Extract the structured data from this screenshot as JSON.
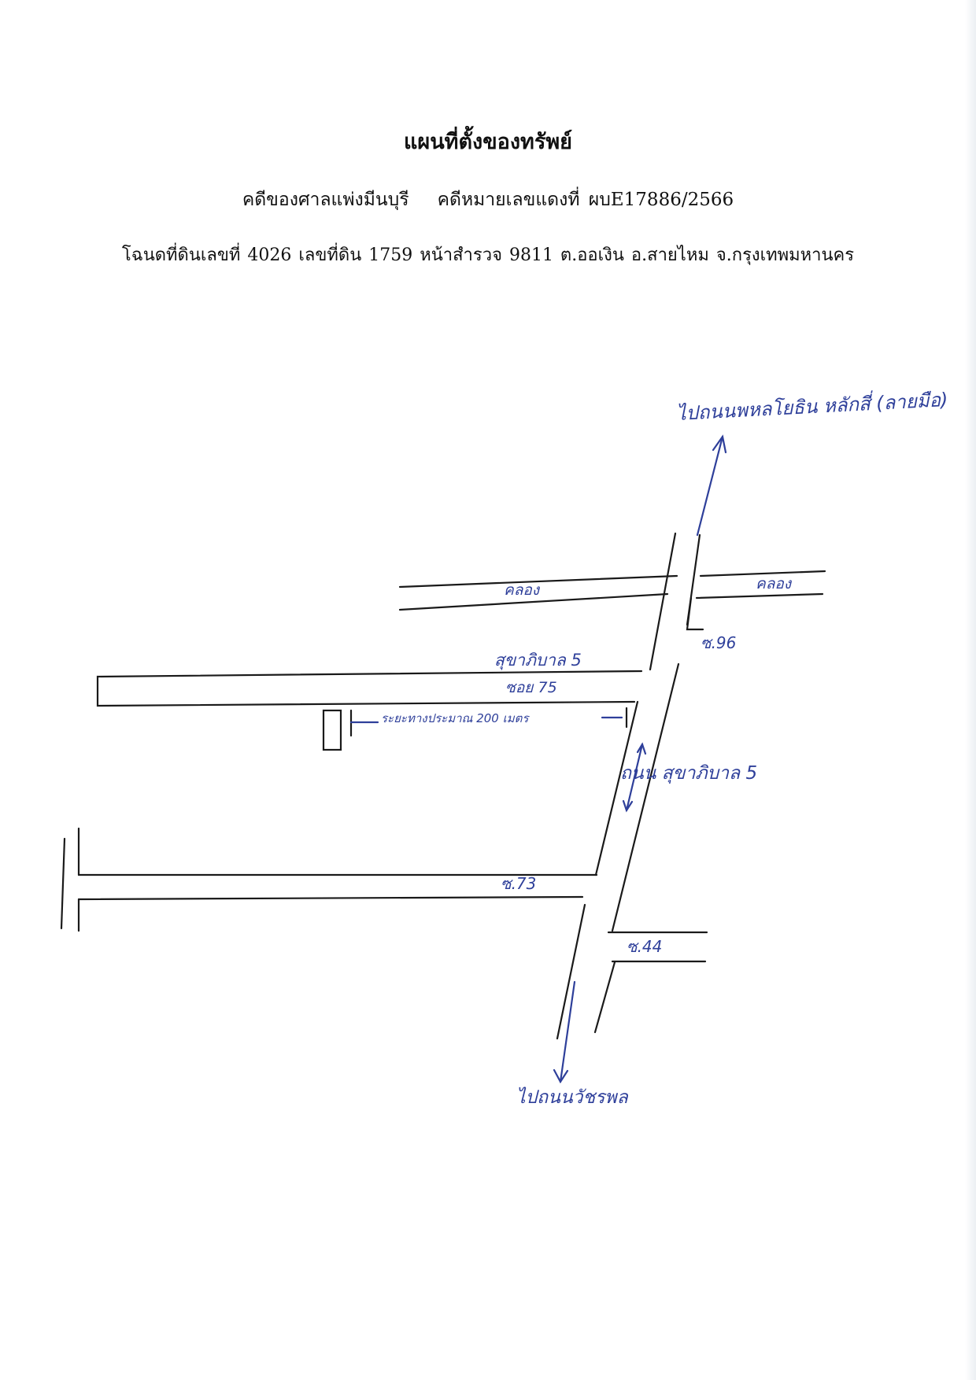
{
  "document": {
    "title": "แผนที่ตั้งของทรัพย์",
    "court": "คดีของศาลแพ่งมีนบุรี",
    "case_number": "คดีหมายเลขแดงที่ ผบE17886/2566",
    "deed_line": "โฉนดที่ดินเลขที่ 4026 เลขที่ดิน 1759 หน้าสำรวจ 9811 ต.ออเงิน อ.สายไหม จ.กรุงเทพมหานคร"
  },
  "map_labels": {
    "north_destination": "ไปถนนพหลโยธิน หลักสี่ (ลายมือ)",
    "canal_left": "คลอง",
    "canal_right": "คลอง",
    "soi_96": "ซ.96",
    "sukhapiban_5_soi": "สุขาภิบาล 5",
    "soi_75": "ซอย 75",
    "distance_note": "ระยะทางประมาณ 200 เมตร",
    "main_road": "ถนน สุขาภิบาล 5",
    "soi_73": "ซ.73",
    "soi_44": "ซ.44",
    "south_destination": "ไปถนนวัชรพล"
  },
  "colors": {
    "ink": "#2e3f9a",
    "print": "#111111"
  }
}
